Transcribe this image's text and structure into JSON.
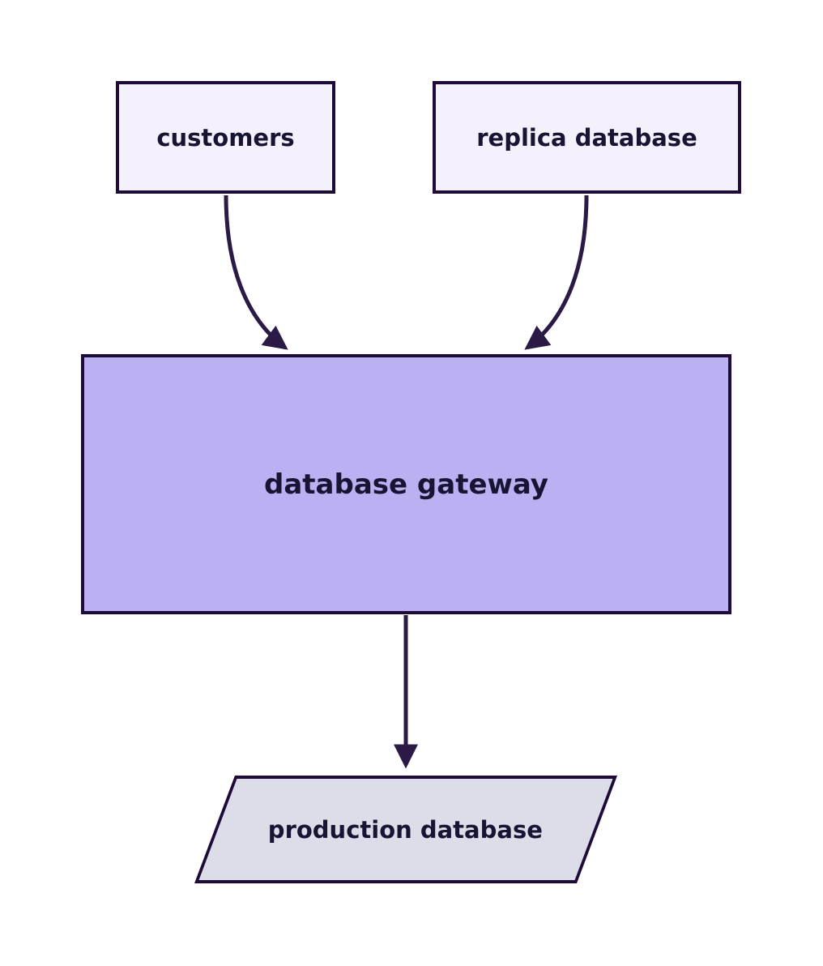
{
  "diagram": {
    "type": "flowchart",
    "nodes": [
      {
        "id": "customers",
        "label": "customers",
        "shape": "rectangle",
        "fill": "#f4f1fd",
        "border_color": "#1e0c38",
        "text_color": "#181433"
      },
      {
        "id": "replica-database",
        "label": "replica database",
        "shape": "rectangle",
        "fill": "#f4f1fd",
        "border_color": "#1e0c38",
        "text_color": "#181433"
      },
      {
        "id": "database-gateway",
        "label": "database gateway",
        "shape": "rectangle",
        "fill": "#bab0f2",
        "border_color": "#1e0c38",
        "text_color": "#181433"
      },
      {
        "id": "production-database",
        "label": "production database",
        "shape": "parallelogram",
        "fill": "#dcdde9",
        "border_color": "#1e0c38",
        "text_color": "#181433"
      }
    ],
    "edges": [
      {
        "from": "customers",
        "to": "database-gateway",
        "style": "curved",
        "arrowhead": "filled-triangle"
      },
      {
        "from": "replica-database",
        "to": "database-gateway",
        "style": "curved",
        "arrowhead": "filled-triangle"
      },
      {
        "from": "database-gateway",
        "to": "production-database",
        "style": "straight",
        "arrowhead": "filled-triangle"
      }
    ],
    "colors": {
      "background": "#ffffff",
      "arrow": "#2a1a45"
    }
  }
}
